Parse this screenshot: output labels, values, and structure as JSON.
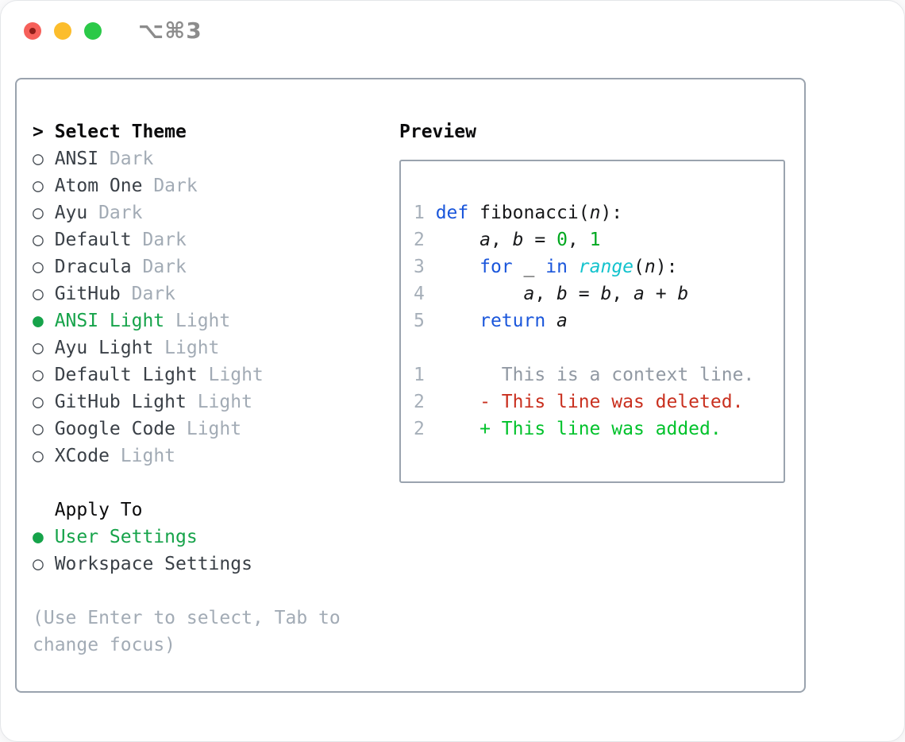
{
  "titlebar": {
    "shortcut": "⌥⌘3"
  },
  "themes": {
    "cursor": ">",
    "title": "Select Theme",
    "items": [
      {
        "marker": "○",
        "name": "ANSI",
        "variant": "Dark",
        "selected": false
      },
      {
        "marker": "○",
        "name": "Atom One",
        "variant": "Dark",
        "selected": false
      },
      {
        "marker": "○",
        "name": "Ayu",
        "variant": "Dark",
        "selected": false
      },
      {
        "marker": "○",
        "name": "Default",
        "variant": "Dark",
        "selected": false
      },
      {
        "marker": "○",
        "name": "Dracula",
        "variant": "Dark",
        "selected": false
      },
      {
        "marker": "○",
        "name": "GitHub",
        "variant": "Dark",
        "selected": false
      },
      {
        "marker": "●",
        "name": "ANSI Light",
        "variant": "Light",
        "selected": true
      },
      {
        "marker": "○",
        "name": "Ayu Light",
        "variant": "Light",
        "selected": false
      },
      {
        "marker": "○",
        "name": "Default Light",
        "variant": "Light",
        "selected": false
      },
      {
        "marker": "○",
        "name": "GitHub Light",
        "variant": "Light",
        "selected": false
      },
      {
        "marker": "○",
        "name": "Google Code",
        "variant": "Light",
        "selected": false
      },
      {
        "marker": "○",
        "name": "XCode",
        "variant": "Light",
        "selected": false
      }
    ]
  },
  "apply_to": {
    "title": "Apply To",
    "options": [
      {
        "marker": "●",
        "label": "User Settings",
        "selected": true
      },
      {
        "marker": "○",
        "label": "Workspace Settings",
        "selected": false
      }
    ]
  },
  "hint": "(Use Enter to select, Tab to change focus)",
  "preview": {
    "title": "Preview",
    "code": [
      {
        "num": "1",
        "tokens": [
          {
            "c": "pl",
            "t": " "
          },
          {
            "c": "kw",
            "t": "def"
          },
          {
            "c": "pl",
            "t": " fibonacci("
          },
          {
            "c": "va",
            "t": "n"
          },
          {
            "c": "pl",
            "t": "):"
          }
        ]
      },
      {
        "num": "2",
        "tokens": [
          {
            "c": "pl",
            "t": "     "
          },
          {
            "c": "va",
            "t": "a"
          },
          {
            "c": "pl",
            "t": ", "
          },
          {
            "c": "va",
            "t": "b"
          },
          {
            "c": "pl",
            "t": " = "
          },
          {
            "c": "li",
            "t": "0"
          },
          {
            "c": "pl",
            "t": ", "
          },
          {
            "c": "li",
            "t": "1"
          }
        ]
      },
      {
        "num": "3",
        "tokens": [
          {
            "c": "pl",
            "t": "     "
          },
          {
            "c": "kw",
            "t": "for"
          },
          {
            "c": "pl",
            "t": " "
          },
          {
            "c": "va",
            "t": "_"
          },
          {
            "c": "pl",
            "t": " "
          },
          {
            "c": "kw",
            "t": "in"
          },
          {
            "c": "pl",
            "t": " "
          },
          {
            "c": "bi",
            "t": "range"
          },
          {
            "c": "pl",
            "t": "("
          },
          {
            "c": "va",
            "t": "n"
          },
          {
            "c": "pl",
            "t": "):"
          }
        ]
      },
      {
        "num": "4",
        "tokens": [
          {
            "c": "pl",
            "t": "         "
          },
          {
            "c": "va",
            "t": "a"
          },
          {
            "c": "pl",
            "t": ", "
          },
          {
            "c": "va",
            "t": "b"
          },
          {
            "c": "pl",
            "t": " = "
          },
          {
            "c": "va",
            "t": "b"
          },
          {
            "c": "pl",
            "t": ", "
          },
          {
            "c": "va",
            "t": "a"
          },
          {
            "c": "pl",
            "t": " + "
          },
          {
            "c": "va",
            "t": "b"
          }
        ]
      },
      {
        "num": "5",
        "tokens": [
          {
            "c": "pl",
            "t": "     "
          },
          {
            "c": "kw",
            "t": "return"
          },
          {
            "c": "pl",
            "t": " "
          },
          {
            "c": "va",
            "t": "a"
          }
        ]
      }
    ],
    "diff": [
      {
        "num": "1",
        "type": "context",
        "text": "       This is a context line."
      },
      {
        "num": "2",
        "type": "deleted",
        "text": "     - This line was deleted."
      },
      {
        "num": "2",
        "type": "added",
        "text": "     + This line was added."
      }
    ]
  },
  "colors": {
    "selected_green": "#16a34a",
    "diff_added": "#00c22b",
    "diff_deleted": "#c9301f",
    "keyword_blue": "#1a56db",
    "builtin_cyan": "#14c3cd",
    "literal_green": "#00a81f",
    "muted_gray": "#a2abb5",
    "panel_border": "#9aa3ae",
    "traffic_red": "#f6605a",
    "traffic_yellow": "#fcbd2c",
    "traffic_green": "#2bc948"
  }
}
